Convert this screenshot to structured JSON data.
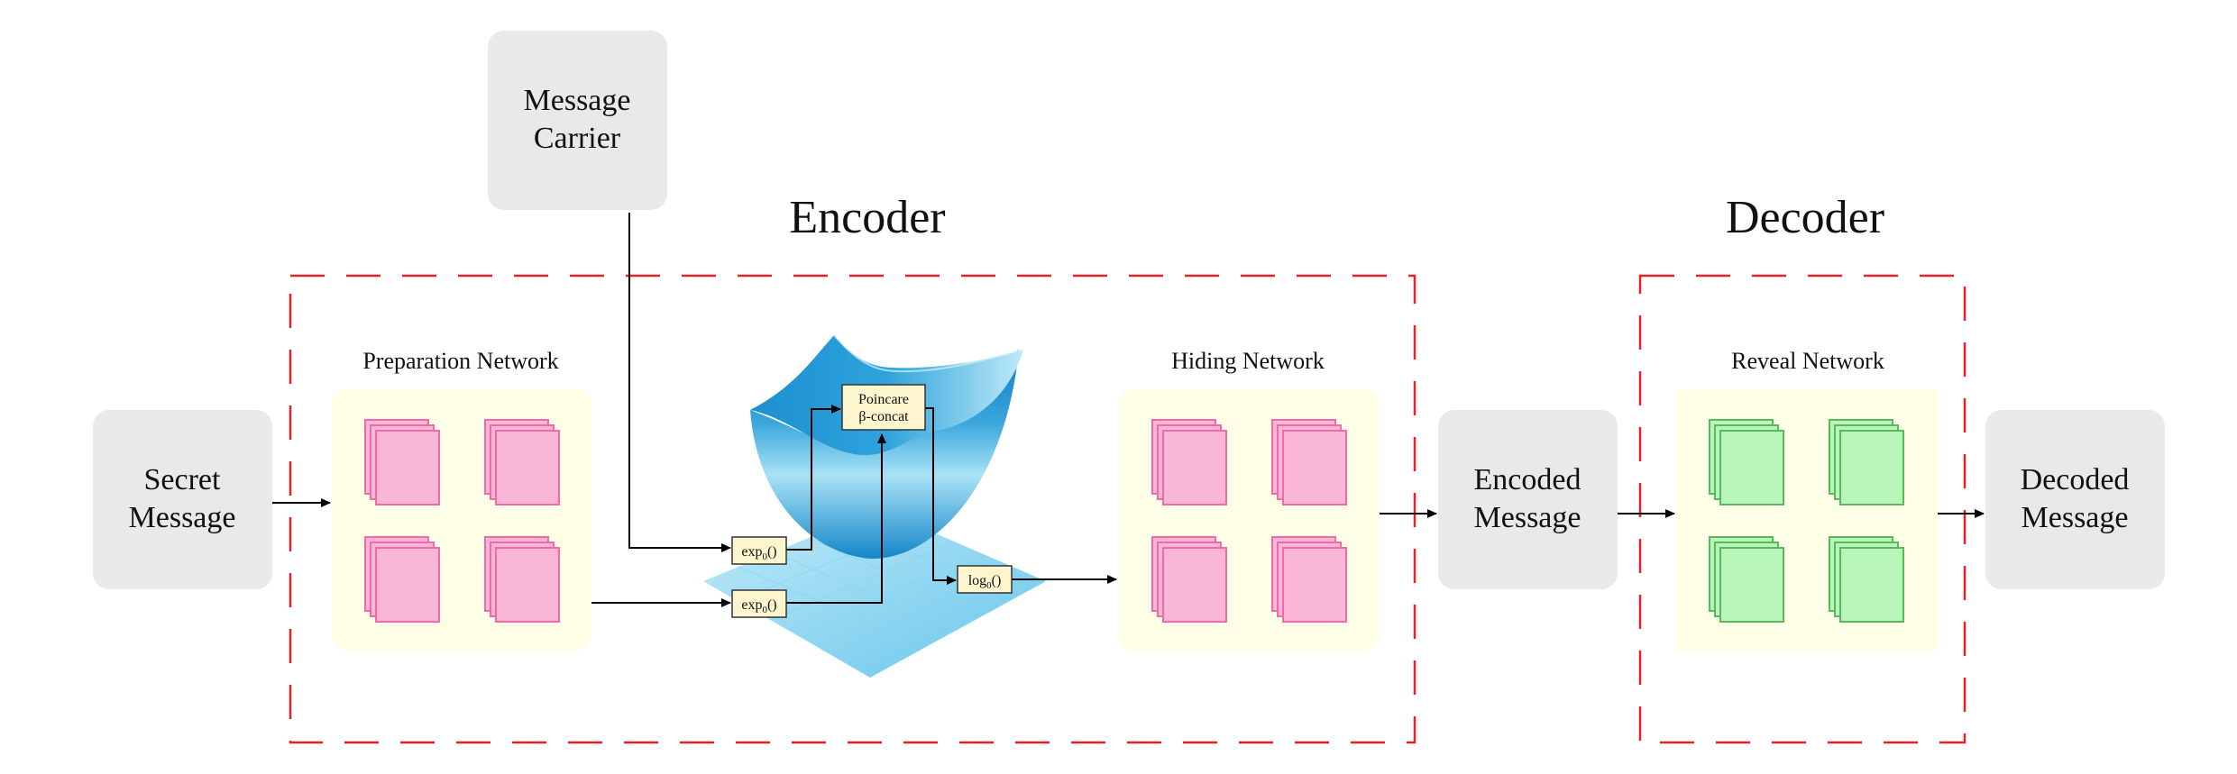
{
  "titles": {
    "encoder": "Encoder",
    "decoder": "Decoder"
  },
  "inputs": {
    "message_carrier": [
      "Message",
      "Carrier"
    ],
    "secret_message": [
      "Secret",
      "Message"
    ]
  },
  "networks": {
    "preparation": "Preparation Network",
    "hiding": "Hiding Network",
    "reveal": "Reveal Network"
  },
  "outputs": {
    "encoded_message": [
      "Encoded",
      "Message"
    ],
    "decoded_message": [
      "Decoded",
      "Message"
    ]
  },
  "operators": {
    "poincare_concat": [
      "Poincare",
      "β-concat"
    ],
    "exp_top": {
      "base": "exp",
      "sub": "0",
      "tail": "()"
    },
    "exp_bottom": {
      "base": "exp",
      "sub": "0",
      "tail": "()"
    },
    "log": {
      "base": "log",
      "sub": "0",
      "tail": "()"
    }
  },
  "colors": {
    "dashed_border": "#e8202a",
    "gray_box": "#e9e9e9",
    "network_bg": "#ffffe8",
    "pink_layer": "#f9b6d6",
    "pink_edge": "#f06aa8",
    "green_layer": "#b8f5b8",
    "green_edge": "#5cb85c",
    "manifold_dark": "#1a86c8",
    "manifold_light": "#a6def2"
  }
}
